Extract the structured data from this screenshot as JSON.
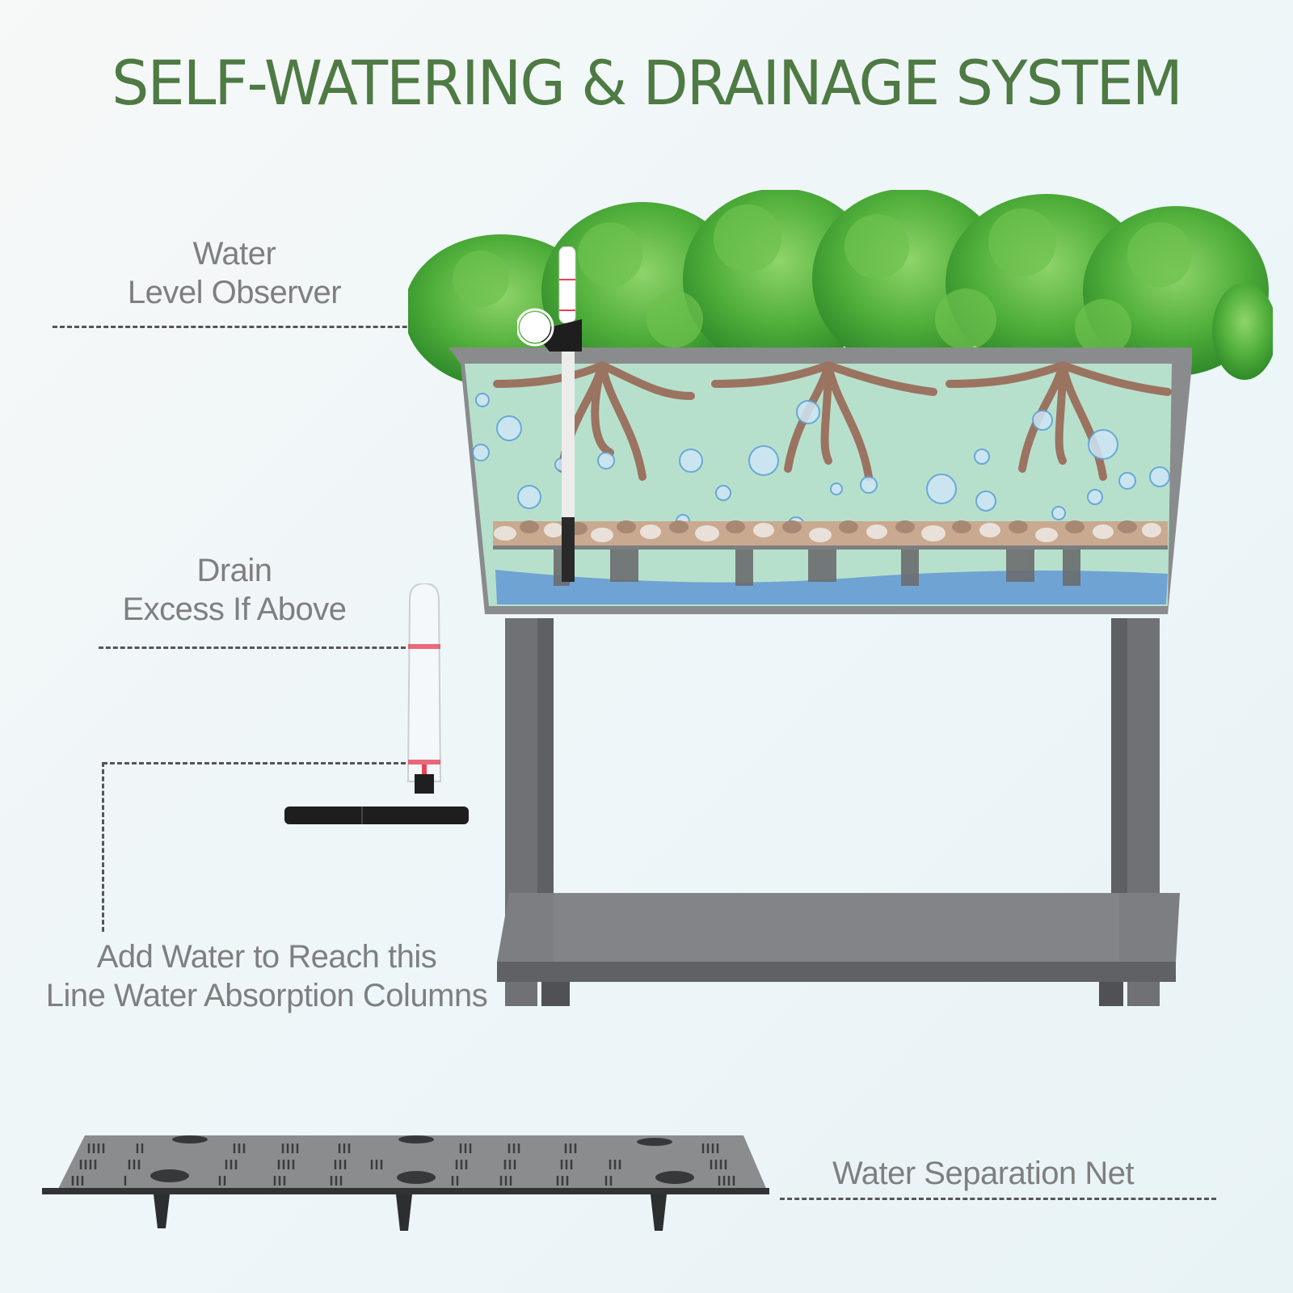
{
  "title": "SELF-WATERING & DRAINAGE SYSTEM",
  "colors": {
    "title_green": "#4e7a43",
    "label_gray": "#7f7f7f",
    "planter_gray": "#8a8b8c",
    "table_gray": "#7b7d80",
    "soil_mint": "#b7e0cc",
    "water_blue": "#6fa3d4",
    "root_brown": "#9b7361",
    "indicator_red": "#e8435a"
  },
  "callouts": {
    "water_level_observer": {
      "line1": "Water",
      "line2": "Level Observer"
    },
    "drain_excess": {
      "line1": "Drain",
      "line2": "Excess If Above"
    },
    "add_water": {
      "line1": "Add Water to Reach this",
      "line2": "Line Water Absorption Columns"
    },
    "separation_net": {
      "line1": "Water Separation Net"
    }
  },
  "components": {
    "planter": "raised-planter-cross-section",
    "stand": "table-stand-with-lower-shelf",
    "observer": "water-level-observer-tube",
    "net": "water-separation-net"
  }
}
